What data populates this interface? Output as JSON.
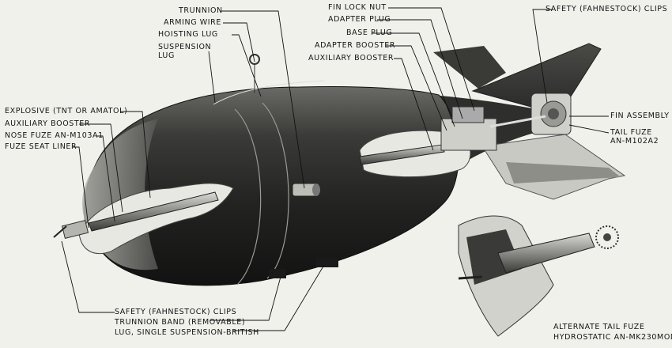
{
  "labels": {
    "trunnion": "TRUNNION",
    "arming_wire": "ARMING WIRE",
    "hoisting_lug": "HOISTING LUG",
    "suspension_lug_1": "SUSPENSION",
    "suspension_lug_2": "LUG",
    "fin_lock_nut": "FIN LOCK NUT",
    "adapter_plug": "ADAPTER PLUG",
    "base_plug": "BASE PLUG",
    "adapter_booster": "ADAPTER BOOSTER",
    "auxiliary_booster_tail": "AUXILIARY BOOSTER",
    "safety_clips_top": "SAFETY (FAHNESTOCK) CLIPS",
    "fin_assembly": "FIN ASSEMBLY",
    "tail_fuze_1": "TAIL FUZE",
    "tail_fuze_2": "AN-M102A2",
    "explosive": "EXPLOSIVE (TNT OR AMATOL)",
    "auxiliary_booster_nose": "AUXILIARY BOOSTER",
    "nose_fuze": "NOSE FUZE AN-M103A1",
    "fuze_seat_liner": "FUZE SEAT LINER",
    "safety_clips_bottom": "SAFETY (FAHNESTOCK) CLIPS",
    "trunnion_band": "TRUNNION BAND (REMOVABLE)",
    "lug_british": "LUG, SINGLE SUSPENSION-BRITISH",
    "alt_tail_fuze_1": "ALTERNATE TAIL FUZE",
    "alt_tail_fuze_2": "HYDROSTATIC AN-MK230MOD -"
  }
}
